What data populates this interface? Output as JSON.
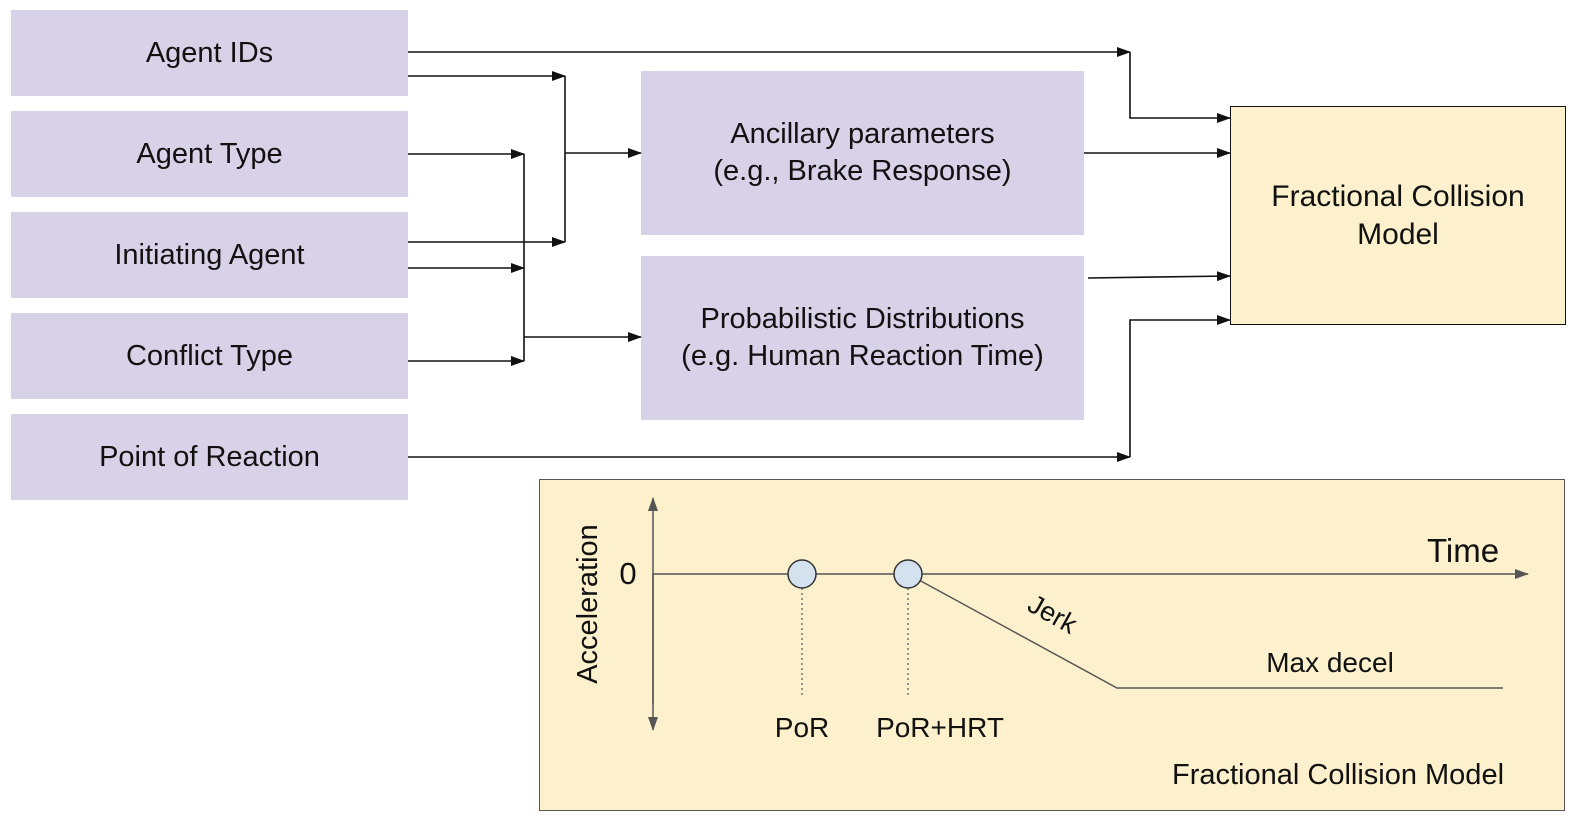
{
  "inputs": {
    "agent_ids": "Agent IDs",
    "agent_type": "Agent Type",
    "initiating_agent": "Initiating Agent",
    "conflict_type": "Conflict Type",
    "point_of_reaction": "Point of Reaction"
  },
  "ancillary": {
    "line1": "Ancillary parameters",
    "line2": "(e.g., Brake Response)"
  },
  "probabilistic": {
    "line1": "Probabilistic Distributions",
    "line2": "(e.g. Human Reaction Time)"
  },
  "model": {
    "line1": "Fractional Collision",
    "line2": "Model"
  },
  "plot": {
    "ylabel": "Acceleration",
    "zero_label": "0",
    "xlabel": "Time",
    "marker1_label": "PoR",
    "marker2_label": "PoR+HRT",
    "jerk_label": "Jerk",
    "max_decel_label": "Max decel",
    "caption": "Fractional Collision Model"
  },
  "colors": {
    "input_fill": "#d7d2e7",
    "model_fill": "#fcf1cc",
    "marker_fill": "#d4e2f0"
  }
}
